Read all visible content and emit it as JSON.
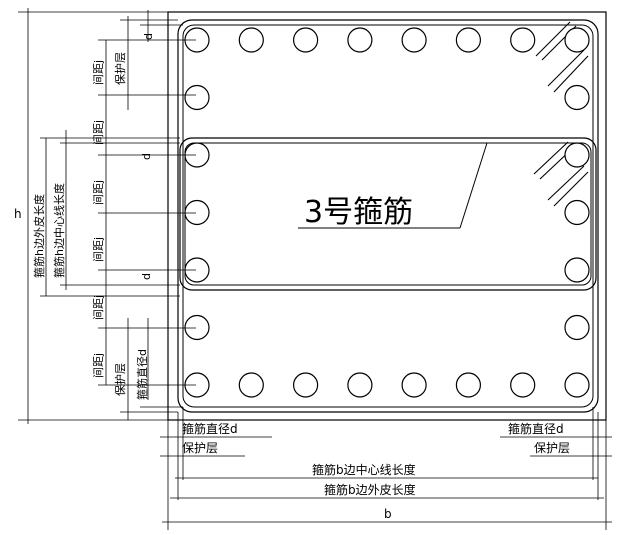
{
  "diagram": {
    "title": "3号箍筋",
    "labels": {
      "h": "h",
      "b": "b",
      "d": "d",
      "spacing": "间距j",
      "cover": "保护层",
      "stirrup_diameter": "箍筋直径d",
      "b_center_length": "箍筋b边中心线长度",
      "b_outer_length": "箍筋b边外皮长度",
      "h_center_length": "箍筋h边中心线长度",
      "h_outer_length": "箍筋h边外皮长度"
    },
    "rebar": {
      "top_row_count": 8,
      "bottom_row_count": 8,
      "left_column_count": 7,
      "right_column_count": 7
    },
    "colors": {
      "line": "#000000",
      "background": "#ffffff"
    }
  }
}
